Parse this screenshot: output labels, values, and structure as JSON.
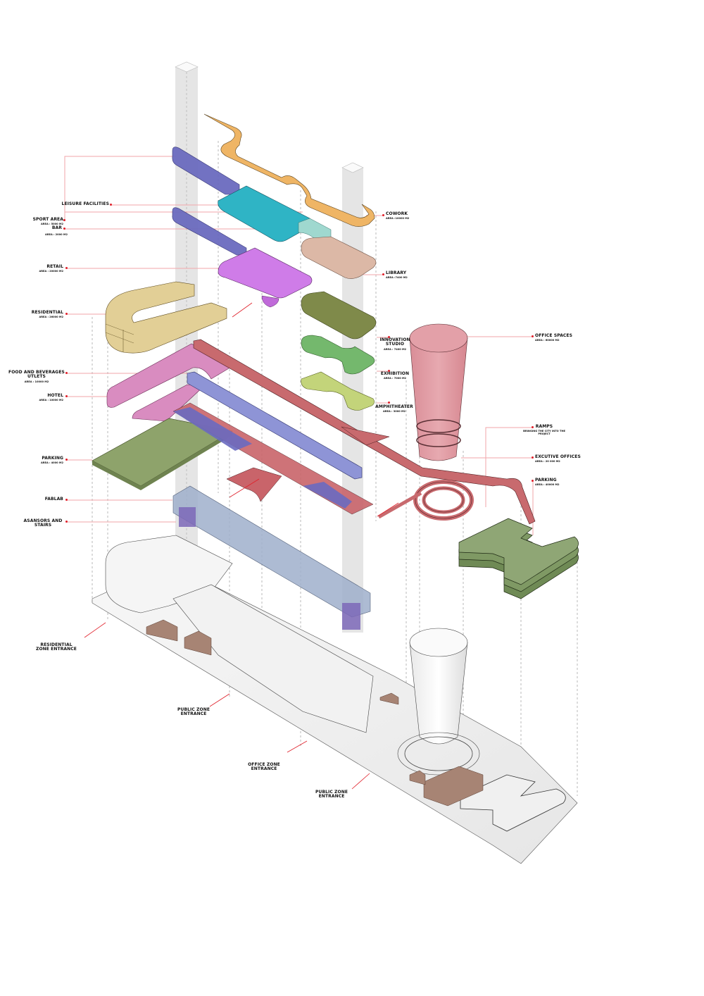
{
  "title": "Exploded axonometric program diagram",
  "colors": {
    "leader_line": "#f2a6aa",
    "leader_dot": "#e0202a",
    "core": "#dcdcdc",
    "cowork": "#efb565",
    "leisure": "#2fb4c5",
    "sport_bar": "#6b6bbf",
    "library": "#dcb8a6",
    "retail": "#cf7ce8",
    "residential": "#e2cf96",
    "innovation": "#7f8a4a",
    "exhibition": "#74b86d",
    "amphitheater": "#c3d47a",
    "office": "#e3a0a8",
    "food": "#d98cc0",
    "hotel": "#d98cc0",
    "ramp": "#c86a6e",
    "corridor": "#8e94d6",
    "parking_plate": "#8ea36b",
    "fablab": "#9fb0cc",
    "elevator": "#7c68b8",
    "parking_stack": "#8fa675",
    "base": "#f0f0f0",
    "context_buildings": "#a78474"
  },
  "labels_left": [
    {
      "id": "leisure",
      "name": "LEISURE FACILITIES",
      "area": ""
    },
    {
      "id": "sport",
      "name": "SPORT AREA",
      "area": "AREA : 5000 M2"
    },
    {
      "id": "bar",
      "name": "BAR",
      "area": "AREA : 2000 M2"
    },
    {
      "id": "retail",
      "name": "RETAIL",
      "area": "AREA : 20000 M2"
    },
    {
      "id": "residential",
      "name": "RESIDENTIAL",
      "area": "AREA : 26000 M2"
    },
    {
      "id": "food",
      "name": "FOOD AND BEVERAGES UTLETS",
      "area": "AREA : 10000 M2"
    },
    {
      "id": "hotel",
      "name": "HOTEL",
      "area": "AREA : 10000 M2"
    },
    {
      "id": "parking",
      "name": "PARKING",
      "area": "AREA : 4000 M2"
    },
    {
      "id": "fablab",
      "name": "FABLAB",
      "area": ""
    },
    {
      "id": "asansors",
      "name": "ASANSORS AND STAIRS",
      "area": ""
    }
  ],
  "labels_right": [
    {
      "id": "cowork",
      "name": "COWORK",
      "area": "AREA :10000 M2"
    },
    {
      "id": "library",
      "name": "LIBRARY",
      "area": "AREA :7400 M2"
    },
    {
      "id": "innovation",
      "name": "INNOVATION STUDIO",
      "area": "AREA : 7400 M2"
    },
    {
      "id": "exhibition",
      "name": "EXHIBITION",
      "area": "AREA : 7000 M2"
    },
    {
      "id": "amphitheater",
      "name": "AMPHITHEATER",
      "area": "AREA : 3000 M2"
    },
    {
      "id": "office",
      "name": "OFFICE SPACES",
      "area": "AREA : 60000 M2"
    },
    {
      "id": "ramps",
      "name": "RAMPS",
      "area": "BRINGING THE CITY INTO THE PROJECT"
    },
    {
      "id": "executive",
      "name": "EXCUTIVE OFFICES",
      "area": "AREA : 20 000 M2"
    },
    {
      "id": "parking2",
      "name": "PARKING",
      "area": "AREA : 40000 M2"
    }
  ],
  "entrances": [
    {
      "id": "residential_entrance",
      "name": "RESIDENTIAL ZONE ENTRANCE"
    },
    {
      "id": "public_entrance_1",
      "name": "PUBLIC ZONE ENTRANCE"
    },
    {
      "id": "office_entrance",
      "name": "OFFICE ZONE ENTRANCE"
    },
    {
      "id": "public_entrance_2",
      "name": "PUBLIC ZONE ENTRANCE"
    }
  ]
}
